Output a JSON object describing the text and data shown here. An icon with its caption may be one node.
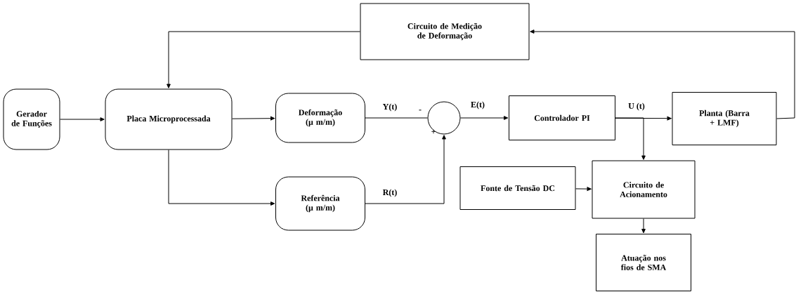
{
  "diagram": {
    "nodes": [
      {
        "text": [
          "Circuito de Medição de Deformação"
        ]
      },
      {
        "text": [
          "Gerador de Funções"
        ]
      },
      {
        "text": [
          "Placa Microprocessada"
        ]
      },
      {
        "text": [
          "Deformação (μ m/m)"
        ]
      },
      {
        "text": [],
        "shape": "circle"
      },
      {
        "text": [
          "Controlador PI"
        ]
      },
      {
        "text": [
          "Planta (Barra + LMF)"
        ]
      },
      {
        "text": [
          "Referência (μ m/m)"
        ]
      },
      {
        "text": [
          "Fonte de Tensão DC"
        ]
      },
      {
        "text": [
          "Circuito de Acionamento"
        ]
      },
      {
        "text": [
          "Atuação nos fios de SMA"
        ]
      }
    ],
    "edges": [
      {
        "from": 1,
        "to": 2,
        "arrow": "to"
      },
      {
        "from": 2,
        "to": 3,
        "arrow": "to"
      },
      {
        "from": 3,
        "to": 4,
        "arrow": "none",
        "label": "Y(t)"
      },
      {
        "from": 4,
        "to": 5,
        "arrow": "to",
        "label": "E(t)"
      },
      {
        "from": 5,
        "to": 6,
        "arrow": "to",
        "label": "U (t)"
      },
      {
        "from": 5,
        "to": 9,
        "arrow": "to"
      },
      {
        "from": 2,
        "to": 7,
        "arrow": "to"
      },
      {
        "from": 7,
        "to": 4,
        "arrow": "to",
        "label": "R(t)"
      },
      {
        "from": 8,
        "to": 9,
        "arrow": "to"
      },
      {
        "from": 9,
        "to": 10,
        "arrow": "to"
      },
      {
        "from": 6,
        "to": 0,
        "arrow": "to"
      },
      {
        "from": 0,
        "to": 2,
        "arrow": "to"
      }
    ],
    "labels": [
      "-",
      "+"
    ]
  }
}
